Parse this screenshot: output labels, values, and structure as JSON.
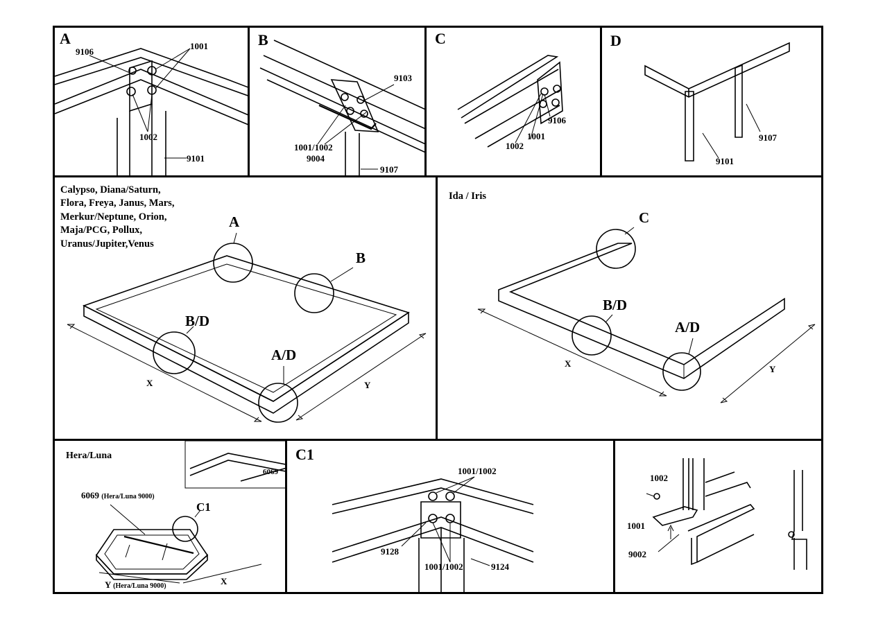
{
  "panel_a": {
    "letter": "A",
    "parts": {
      "p9106": "9106",
      "p1001": "1001",
      "p1002": "1002",
      "p9101": "9101"
    }
  },
  "panel_b": {
    "letter": "B",
    "parts": {
      "p9103": "9103",
      "p1001_1002": "1001/1002",
      "p9004": "9004",
      "p9107": "9107"
    }
  },
  "panel_c": {
    "letter": "C",
    "parts": {
      "p9106": "9106",
      "p1001": "1001",
      "p1002": "1002"
    }
  },
  "panel_d": {
    "letter": "D",
    "parts": {
      "p9101": "9101",
      "p9107": "9107"
    }
  },
  "rect_frame": {
    "models": [
      "Calypso, Diana/Saturn,",
      "Flora, Freya, Janus, Mars,",
      "Merkur/Neptune, Orion,",
      "Maja/PCG, Pollux,",
      "Uranus/Jupiter,Venus"
    ],
    "callouts": {
      "a": "A",
      "b": "B",
      "bd": "B/D",
      "ad": "A/D"
    },
    "dims": {
      "x": "X",
      "y": "Y"
    }
  },
  "l_frame": {
    "models": "Ida / Iris",
    "callouts": {
      "c": "C",
      "bd": "B/D",
      "ad": "A/D"
    },
    "dims": {
      "x": "X",
      "y": "Y"
    }
  },
  "hex_frame": {
    "models": "Hera/Luna",
    "part_6069": "6069",
    "part_6069_note": "(Hera/Luna 9000)",
    "callout_c1": "C1",
    "dim_y": "Y",
    "dim_y_note": "(Hera/Luna 9000)",
    "dim_x": "X",
    "inset_6069": "6069"
  },
  "panel_c1": {
    "letter": "C1",
    "parts": {
      "top": "1001/1002",
      "bottom": "1001/1002",
      "p9128": "9128",
      "p9124": "9124"
    }
  },
  "panel_rail": {
    "parts": {
      "p1002": "1002",
      "p1001": "1001",
      "p9002": "9002"
    }
  }
}
